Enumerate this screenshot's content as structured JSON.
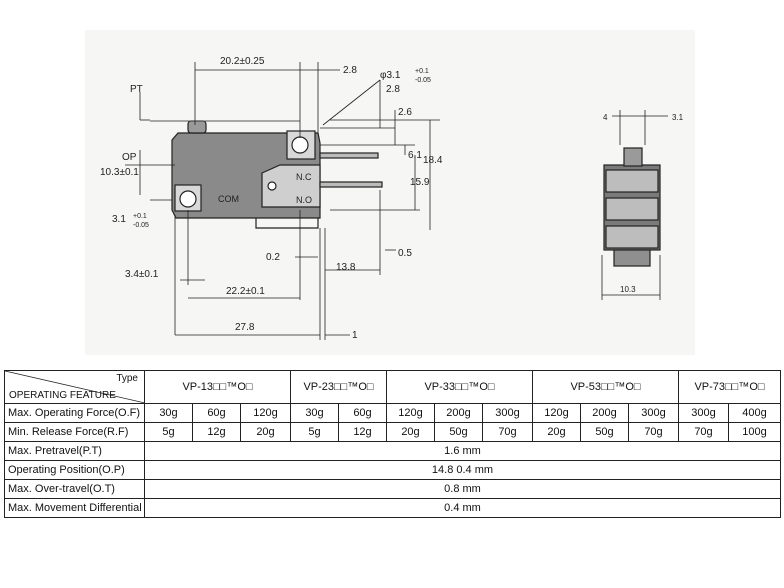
{
  "drawing": {
    "labels": {
      "pt": "PT",
      "op": "OP",
      "width_top": "20.2±0.25",
      "d_2_8a": "2.8",
      "d_hole": "φ3.1",
      "d_hole_tol_plus": "+0.1",
      "d_hole_tol_minus": "-0.05",
      "d_2_8b": "2.8",
      "d_2_6": "2.6",
      "d_6_1": "6.1",
      "d_18_4": "18.4",
      "d_15_9": "15.9",
      "d_10_3": "10.3±0.1",
      "d_3_1": "3.1",
      "d_3_1_plus": "+0.1",
      "d_3_1_minus": "-0.05",
      "nc": "N.C",
      "no": "N.O",
      "com": "COM",
      "d_0_2": "0.2",
      "d_0_5": "0.5",
      "d_13_8": "13.8",
      "d_3_4": "3.4±0.1",
      "d_22_2": "22.2±0.1",
      "d_27_8": "27.8",
      "d_1": "1",
      "side_4": "4",
      "side_3_1": "3.1",
      "side_10_3": "10.3"
    }
  },
  "table": {
    "corner_type": "Type",
    "corner_feature": "OPERATING FEATURE",
    "models": [
      {
        "name": "VP-13□□™O□",
        "span": 3
      },
      {
        "name": "VP-23□□™O□",
        "span": 2
      },
      {
        "name": "VP-33□□™O□",
        "span": 3
      },
      {
        "name": "VP-53□□™O□",
        "span": 3
      },
      {
        "name": "VP-73□□™O□",
        "span": 2
      }
    ],
    "rows": [
      {
        "label": "Max. Operating Force(O.F)",
        "cells": [
          "30g",
          "60g",
          "120g",
          "30g",
          "60g",
          "120g",
          "200g",
          "300g",
          "120g",
          "200g",
          "300g",
          "300g",
          "400g"
        ]
      },
      {
        "label": "Min. Release Force(R.F)",
        "cells": [
          "5g",
          "12g",
          "20g",
          "5g",
          "12g",
          "20g",
          "50g",
          "70g",
          "20g",
          "50g",
          "70g",
          "70g",
          "100g"
        ]
      },
      {
        "label": "Max. Pretravel(P.T)",
        "value": "1.6 mm"
      },
      {
        "label": "Operating Position(O.P)",
        "value": "14.8   0.4 mm"
      },
      {
        "label": "Max. Over-travel(O.T)",
        "value": "0.8 mm"
      },
      {
        "label": "Max. Movement Differential",
        "value": "0.4 mm"
      }
    ]
  }
}
